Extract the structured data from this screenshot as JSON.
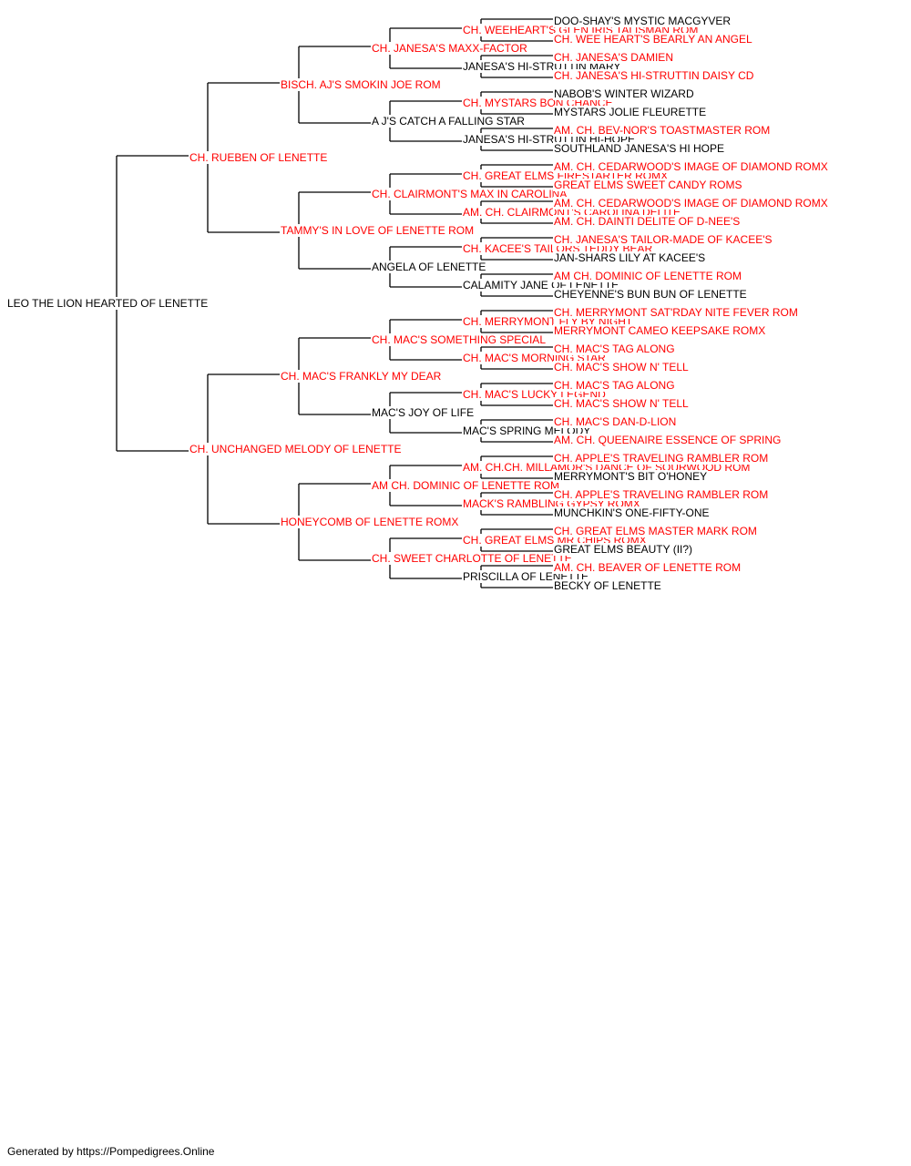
{
  "pedigree": {
    "name": "LEO THE LION HEARTED OF LENETTE",
    "champion": false,
    "sire": {
      "name": "CH. RUEBEN OF LENETTE",
      "champion": true,
      "sire": {
        "name": "BISCH. AJ'S SMOKIN JOE ROM",
        "champion": true,
        "sire": {
          "name": "CH. JANESA'S MAXX-FACTOR",
          "champion": true,
          "sire": {
            "name": "CH. WEEHEART'S GLEN IRIS TALISMAN ROM",
            "champion": true,
            "sire": {
              "name": "DOO-SHAY'S MYSTIC MACGYVER",
              "champion": false
            },
            "dam": {
              "name": "CH. WEE HEART'S BEARLY AN ANGEL",
              "champion": true
            }
          },
          "dam": {
            "name": "JANESA'S HI-STRUTTIN MARY",
            "champion": false,
            "sire": {
              "name": "CH. JANESA'S DAMIEN",
              "champion": true
            },
            "dam": {
              "name": "CH. JANESA'S HI-STRUTTIN DAISY CD",
              "champion": true
            }
          }
        },
        "dam": {
          "name": "A J'S CATCH A FALLING STAR",
          "champion": false,
          "sire": {
            "name": "CH. MYSTARS BON CHANCE",
            "champion": true,
            "sire": {
              "name": "NABOB'S WINTER WIZARD",
              "champion": false
            },
            "dam": {
              "name": "MYSTARS JOLIE FLEURETTE",
              "champion": false
            }
          },
          "dam": {
            "name": "JANESA'S HI-STRUTTIN HI-HOPE",
            "champion": false,
            "sire": {
              "name": "AM. CH. BEV-NOR'S TOASTMASTER ROM",
              "champion": true
            },
            "dam": {
              "name": "SOUTHLAND JANESA'S HI HOPE",
              "champion": false
            }
          }
        }
      },
      "dam": {
        "name": "TAMMY'S IN LOVE OF LENETTE ROM",
        "champion": true,
        "sire": {
          "name": "CH. CLAIRMONT'S MAX IN CAROLINA",
          "champion": true,
          "sire": {
            "name": "CH. GREAT ELMS FIRESTARTER ROMX",
            "champion": true,
            "sire": {
              "name": "AM. CH. CEDARWOOD'S IMAGE OF DIAMOND ROMX",
              "champion": true
            },
            "dam": {
              "name": "GREAT ELMS SWEET CANDY ROMS",
              "champion": true
            }
          },
          "dam": {
            "name": "AM. CH. CLAIRMONT'S CAROLINA DELITE",
            "champion": true,
            "sire": {
              "name": "AM. CH. CEDARWOOD'S IMAGE OF DIAMOND ROMX",
              "champion": true
            },
            "dam": {
              "name": "AM. CH. DAINTI DELITE OF D-NEE'S",
              "champion": true
            }
          }
        },
        "dam": {
          "name": "ANGELA OF LENETTE",
          "champion": false,
          "sire": {
            "name": "CH. KACEE'S TAILORS TEDDY BEAR",
            "champion": true,
            "sire": {
              "name": "CH. JANESA'S TAILOR-MADE OF KACEE'S",
              "champion": true
            },
            "dam": {
              "name": "JAN-SHARS LILY AT KACEE'S",
              "champion": false
            }
          },
          "dam": {
            "name": "CALAMITY JANE OF LENETTE",
            "champion": false,
            "sire": {
              "name": "AM CH. DOMINIC OF LENETTE ROM",
              "champion": true
            },
            "dam": {
              "name": "CHEYENNE'S BUN BUN OF LENETTE",
              "champion": false
            }
          }
        }
      }
    },
    "dam": {
      "name": "CH. UNCHANGED MELODY OF LENETTE",
      "champion": true,
      "sire": {
        "name": "CH. MAC'S FRANKLY MY DEAR",
        "champion": true,
        "sire": {
          "name": "CH. MAC'S SOMETHING SPECIAL",
          "champion": true,
          "sire": {
            "name": "CH. MERRYMONT FLY BY NIGHT",
            "champion": true,
            "sire": {
              "name": "CH. MERRYMONT SAT'RDAY NITE FEVER ROM",
              "champion": true
            },
            "dam": {
              "name": "MERRYMONT CAMEO KEEPSAKE ROMX",
              "champion": true
            }
          },
          "dam": {
            "name": "CH. MAC'S MORNING STAR",
            "champion": true,
            "sire": {
              "name": "CH. MAC'S TAG ALONG",
              "champion": true
            },
            "dam": {
              "name": "CH. MAC'S SHOW N' TELL",
              "champion": true
            }
          }
        },
        "dam": {
          "name": "MAC'S JOY OF LIFE",
          "champion": false,
          "sire": {
            "name": "CH. MAC'S LUCKY LEGEND",
            "champion": true,
            "sire": {
              "name": "CH. MAC'S TAG ALONG",
              "champion": true
            },
            "dam": {
              "name": "CH. MAC'S SHOW N' TELL",
              "champion": true
            }
          },
          "dam": {
            "name": "MAC'S SPRING MELODY",
            "champion": false,
            "sire": {
              "name": "CH. MAC'S DAN-D-LION",
              "champion": true
            },
            "dam": {
              "name": "AM. CH. QUEENAIRE ESSENCE OF SPRING",
              "champion": true
            }
          }
        }
      },
      "dam": {
        "name": "HONEYCOMB OF LENETTE ROMX",
        "champion": true,
        "sire": {
          "name": "AM CH. DOMINIC OF LENETTE ROM",
          "champion": true,
          "sire": {
            "name": "AM. CH.CH. MILLAMOR'S DANCE OF SOURWOOD ROM",
            "champion": true,
            "sire": {
              "name": "CH. APPLE'S TRAVELING RAMBLER ROM",
              "champion": true
            },
            "dam": {
              "name": "MERRYMONT'S BIT O'HONEY",
              "champion": false
            }
          },
          "dam": {
            "name": "MACK'S RAMBLING GYPSY ROMX",
            "champion": true,
            "sire": {
              "name": "CH. APPLE'S TRAVELING RAMBLER ROM",
              "champion": true
            },
            "dam": {
              "name": "MUNCHKIN'S ONE-FIFTY-ONE",
              "champion": false
            }
          }
        },
        "dam": {
          "name": "CH. SWEET CHARLOTTE OF LENETTE",
          "champion": true,
          "sire": {
            "name": "CH. GREAT ELMS MR CHIPS ROMX",
            "champion": true,
            "sire": {
              "name": "CH. GREAT ELMS MASTER MARK ROM",
              "champion": true
            },
            "dam": {
              "name": "GREAT ELMS BEAUTY (II?)",
              "champion": false
            }
          },
          "dam": {
            "name": "PRISCILLA OF LENETTE",
            "champion": false,
            "sire": {
              "name": "AM. CH. BEAVER OF LENETTE ROM",
              "champion": true
            },
            "dam": {
              "name": "BECKY OF LENETTE",
              "champion": false
            }
          }
        }
      }
    }
  },
  "footer": {
    "credit": "Generated by https://Pompedigrees.Online"
  },
  "colors": {
    "champion": "#ff0000",
    "regular": "#000000",
    "line": "#000000"
  }
}
